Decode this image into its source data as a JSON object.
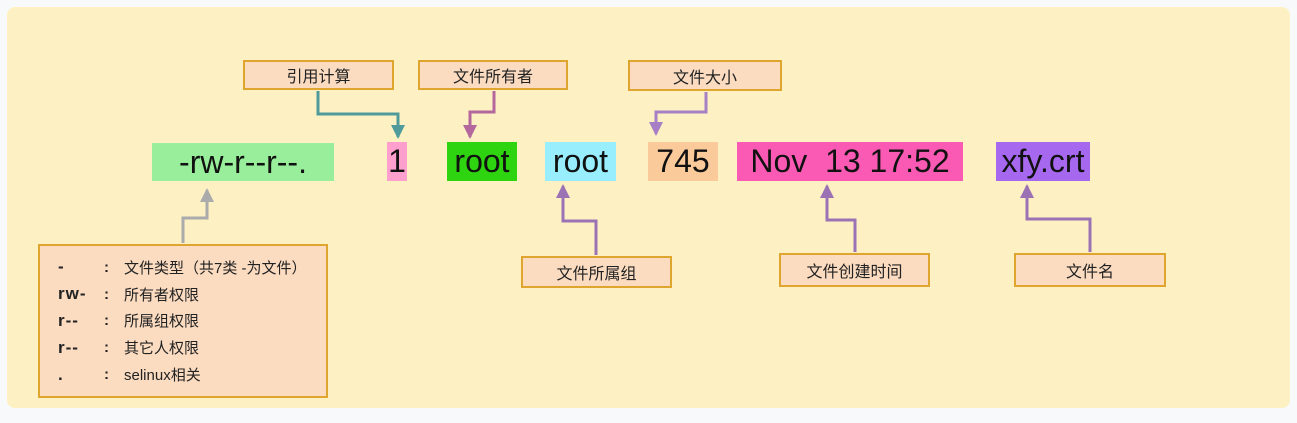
{
  "listing": {
    "permissions": "-rw-r--r--.",
    "link_count": "1",
    "owner": "root",
    "group": "root",
    "size": "745",
    "modified": "Nov  13 17:52",
    "filename": "xfy.crt"
  },
  "callouts": {
    "link_count": "引用计算",
    "owner": "文件所有者",
    "size": "文件大小",
    "group": "文件所属组",
    "modified": "文件创建时间",
    "filename": "文件名"
  },
  "legend": {
    "rows": [
      {
        "code": "-",
        "colon": ":",
        "desc": "文件类型（共7类 -为文件）"
      },
      {
        "code": "rw-",
        "colon": ":",
        "desc": "所有者权限"
      },
      {
        "code": "r--",
        "colon": ":",
        "desc": "所属组权限"
      },
      {
        "code": "r--",
        "colon": ":",
        "desc": "其它人权限"
      },
      {
        "code": ".",
        "colon": ":",
        "desc": "selinux相关"
      }
    ]
  },
  "colors": {
    "page_bg": "#f8f9fa",
    "panel_bg": "#fdf1c4",
    "callout_fill": "#fbdcc1",
    "callout_border": "#dfa52f",
    "chip_permissions": "#98ee9a",
    "chip_link_count": "#ff9fce",
    "chip_owner": "#2fd411",
    "chip_group": "#98eefd",
    "chip_size": "#fbca9b",
    "chip_modified": "#fa5ab4",
    "chip_filename": "#a768f0",
    "arrow_gray": "#ababab",
    "arrow_teal": "#4f9a9b",
    "arrow_mauve": "#b4679d",
    "arrow_lilac": "#a77fc4",
    "arrow_purple": "#9b72b4"
  }
}
